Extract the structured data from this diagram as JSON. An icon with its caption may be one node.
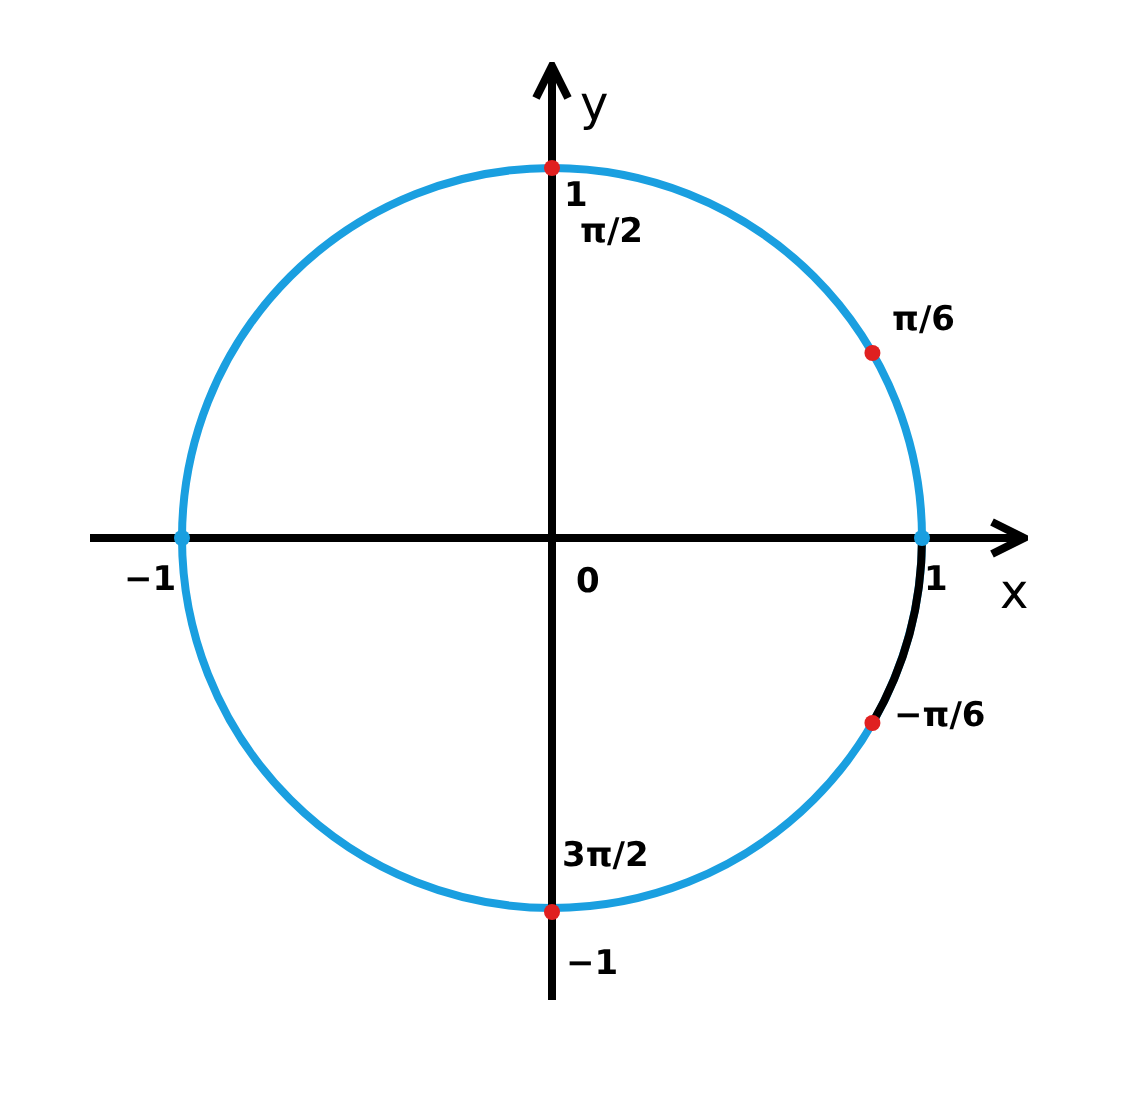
{
  "diagram": {
    "labels": [
      "y",
      "1",
      "π/2",
      "π/6",
      "−1",
      "0",
      "1",
      "x",
      "−π/6",
      "3π/2",
      "−1"
    ]
  }
}
